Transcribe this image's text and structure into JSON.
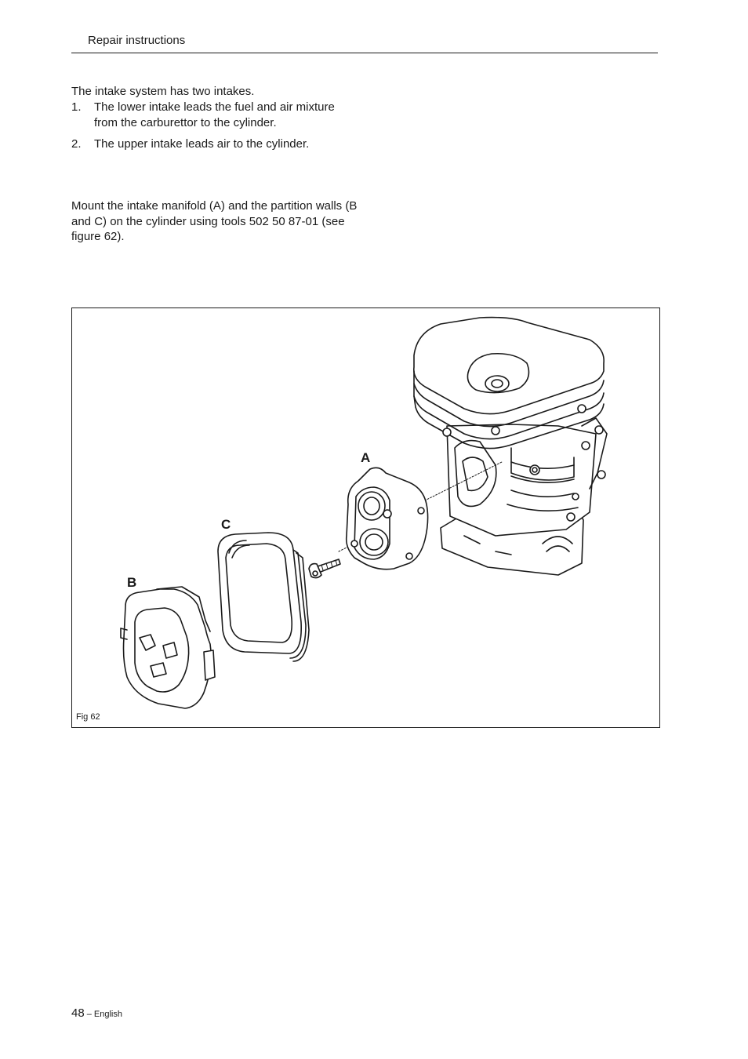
{
  "header": {
    "title": "Repair instructions"
  },
  "body": {
    "intro": "The intake system has two intakes.",
    "items": [
      {
        "number": "1.",
        "text": "The lower intake leads the fuel and air mixture from the carburettor to the cylinder."
      },
      {
        "number": "2.",
        "text": "The upper intake leads air to the cylinder."
      }
    ],
    "mount_text": "Mount the intake manifold (A) and the partition walls (B and C) on the cylinder using tools 502 50 87-01 (see figure 62)."
  },
  "figure": {
    "caption": "Fig  62",
    "labels": {
      "a": "A",
      "b": "B",
      "c": "C"
    }
  },
  "footer": {
    "page_number": "48",
    "language": " – English"
  }
}
